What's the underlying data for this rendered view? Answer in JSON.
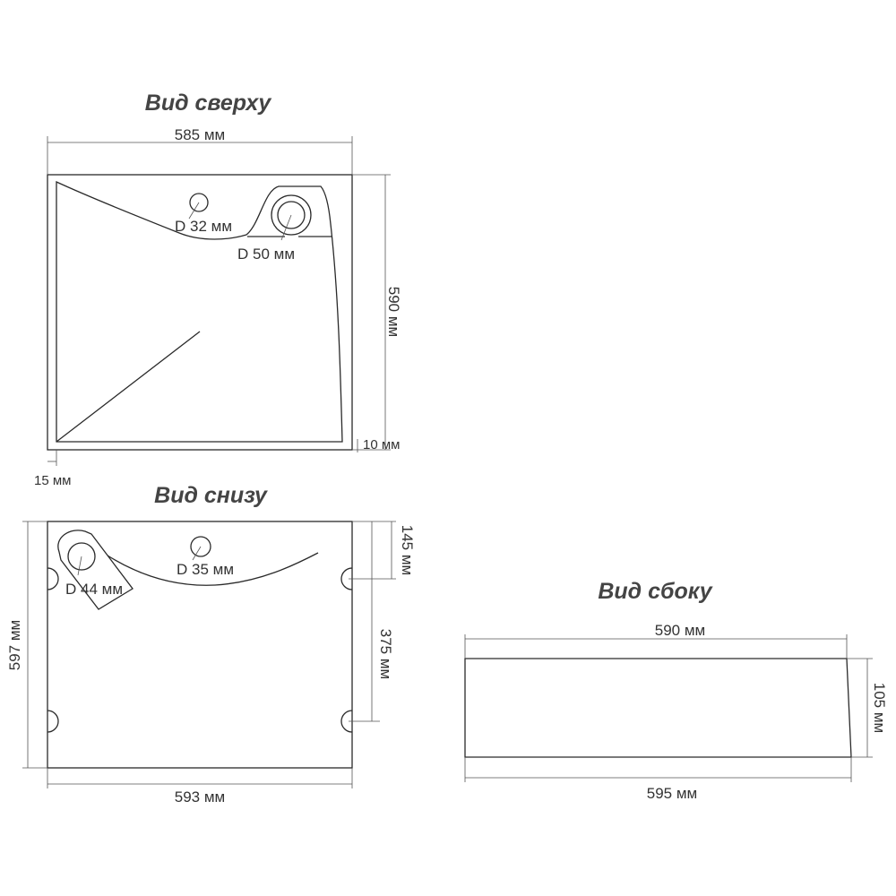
{
  "top_view": {
    "title": "Вид сверху",
    "width": "585 мм",
    "depth": "590 мм",
    "hole_small": "D 32 мм",
    "hole_large": "D 50 мм",
    "offset_side": "15 мм",
    "offset_front": "10 мм"
  },
  "bottom_view": {
    "title": "Вид снизу",
    "width": "593 мм",
    "depth": "597 мм",
    "hole_drain": "D 44 мм",
    "hole_small": "D 35 мм",
    "mount_offset": "145 мм",
    "mount_spacing": "375 мм"
  },
  "side_view": {
    "title": "Вид сбоку",
    "top_length": "590 мм",
    "bottom_length": "595 мм",
    "height": "105 мм"
  }
}
